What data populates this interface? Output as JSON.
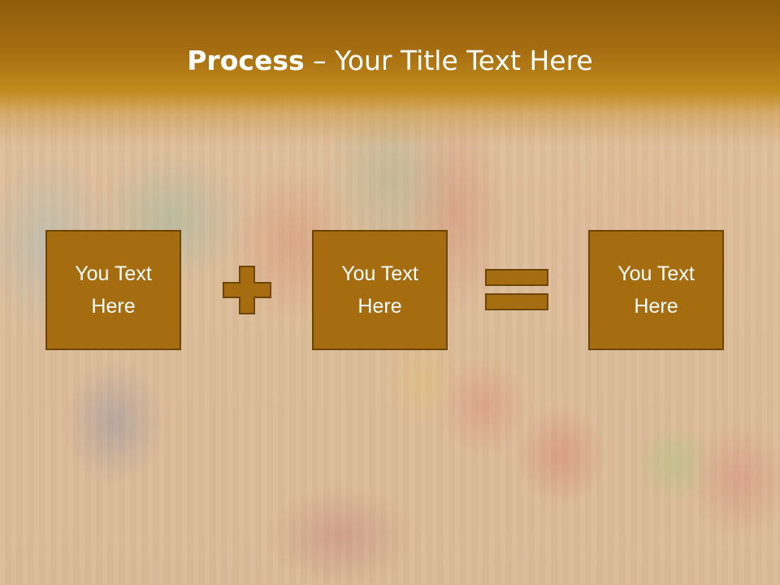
{
  "title": {
    "bold": "Process",
    "rest": " – Your Title Text Here"
  },
  "boxes": [
    {
      "text": "You Text\nHere"
    },
    {
      "text": "You Text\nHere"
    },
    {
      "text": "You Text\nHere"
    }
  ],
  "colors": {
    "box_fill": "#a56d0f",
    "box_border": "#6f4506",
    "title_bar": "#a66e10",
    "text": "#ffffff"
  },
  "icons": [
    "plus-icon",
    "equals-icon"
  ]
}
